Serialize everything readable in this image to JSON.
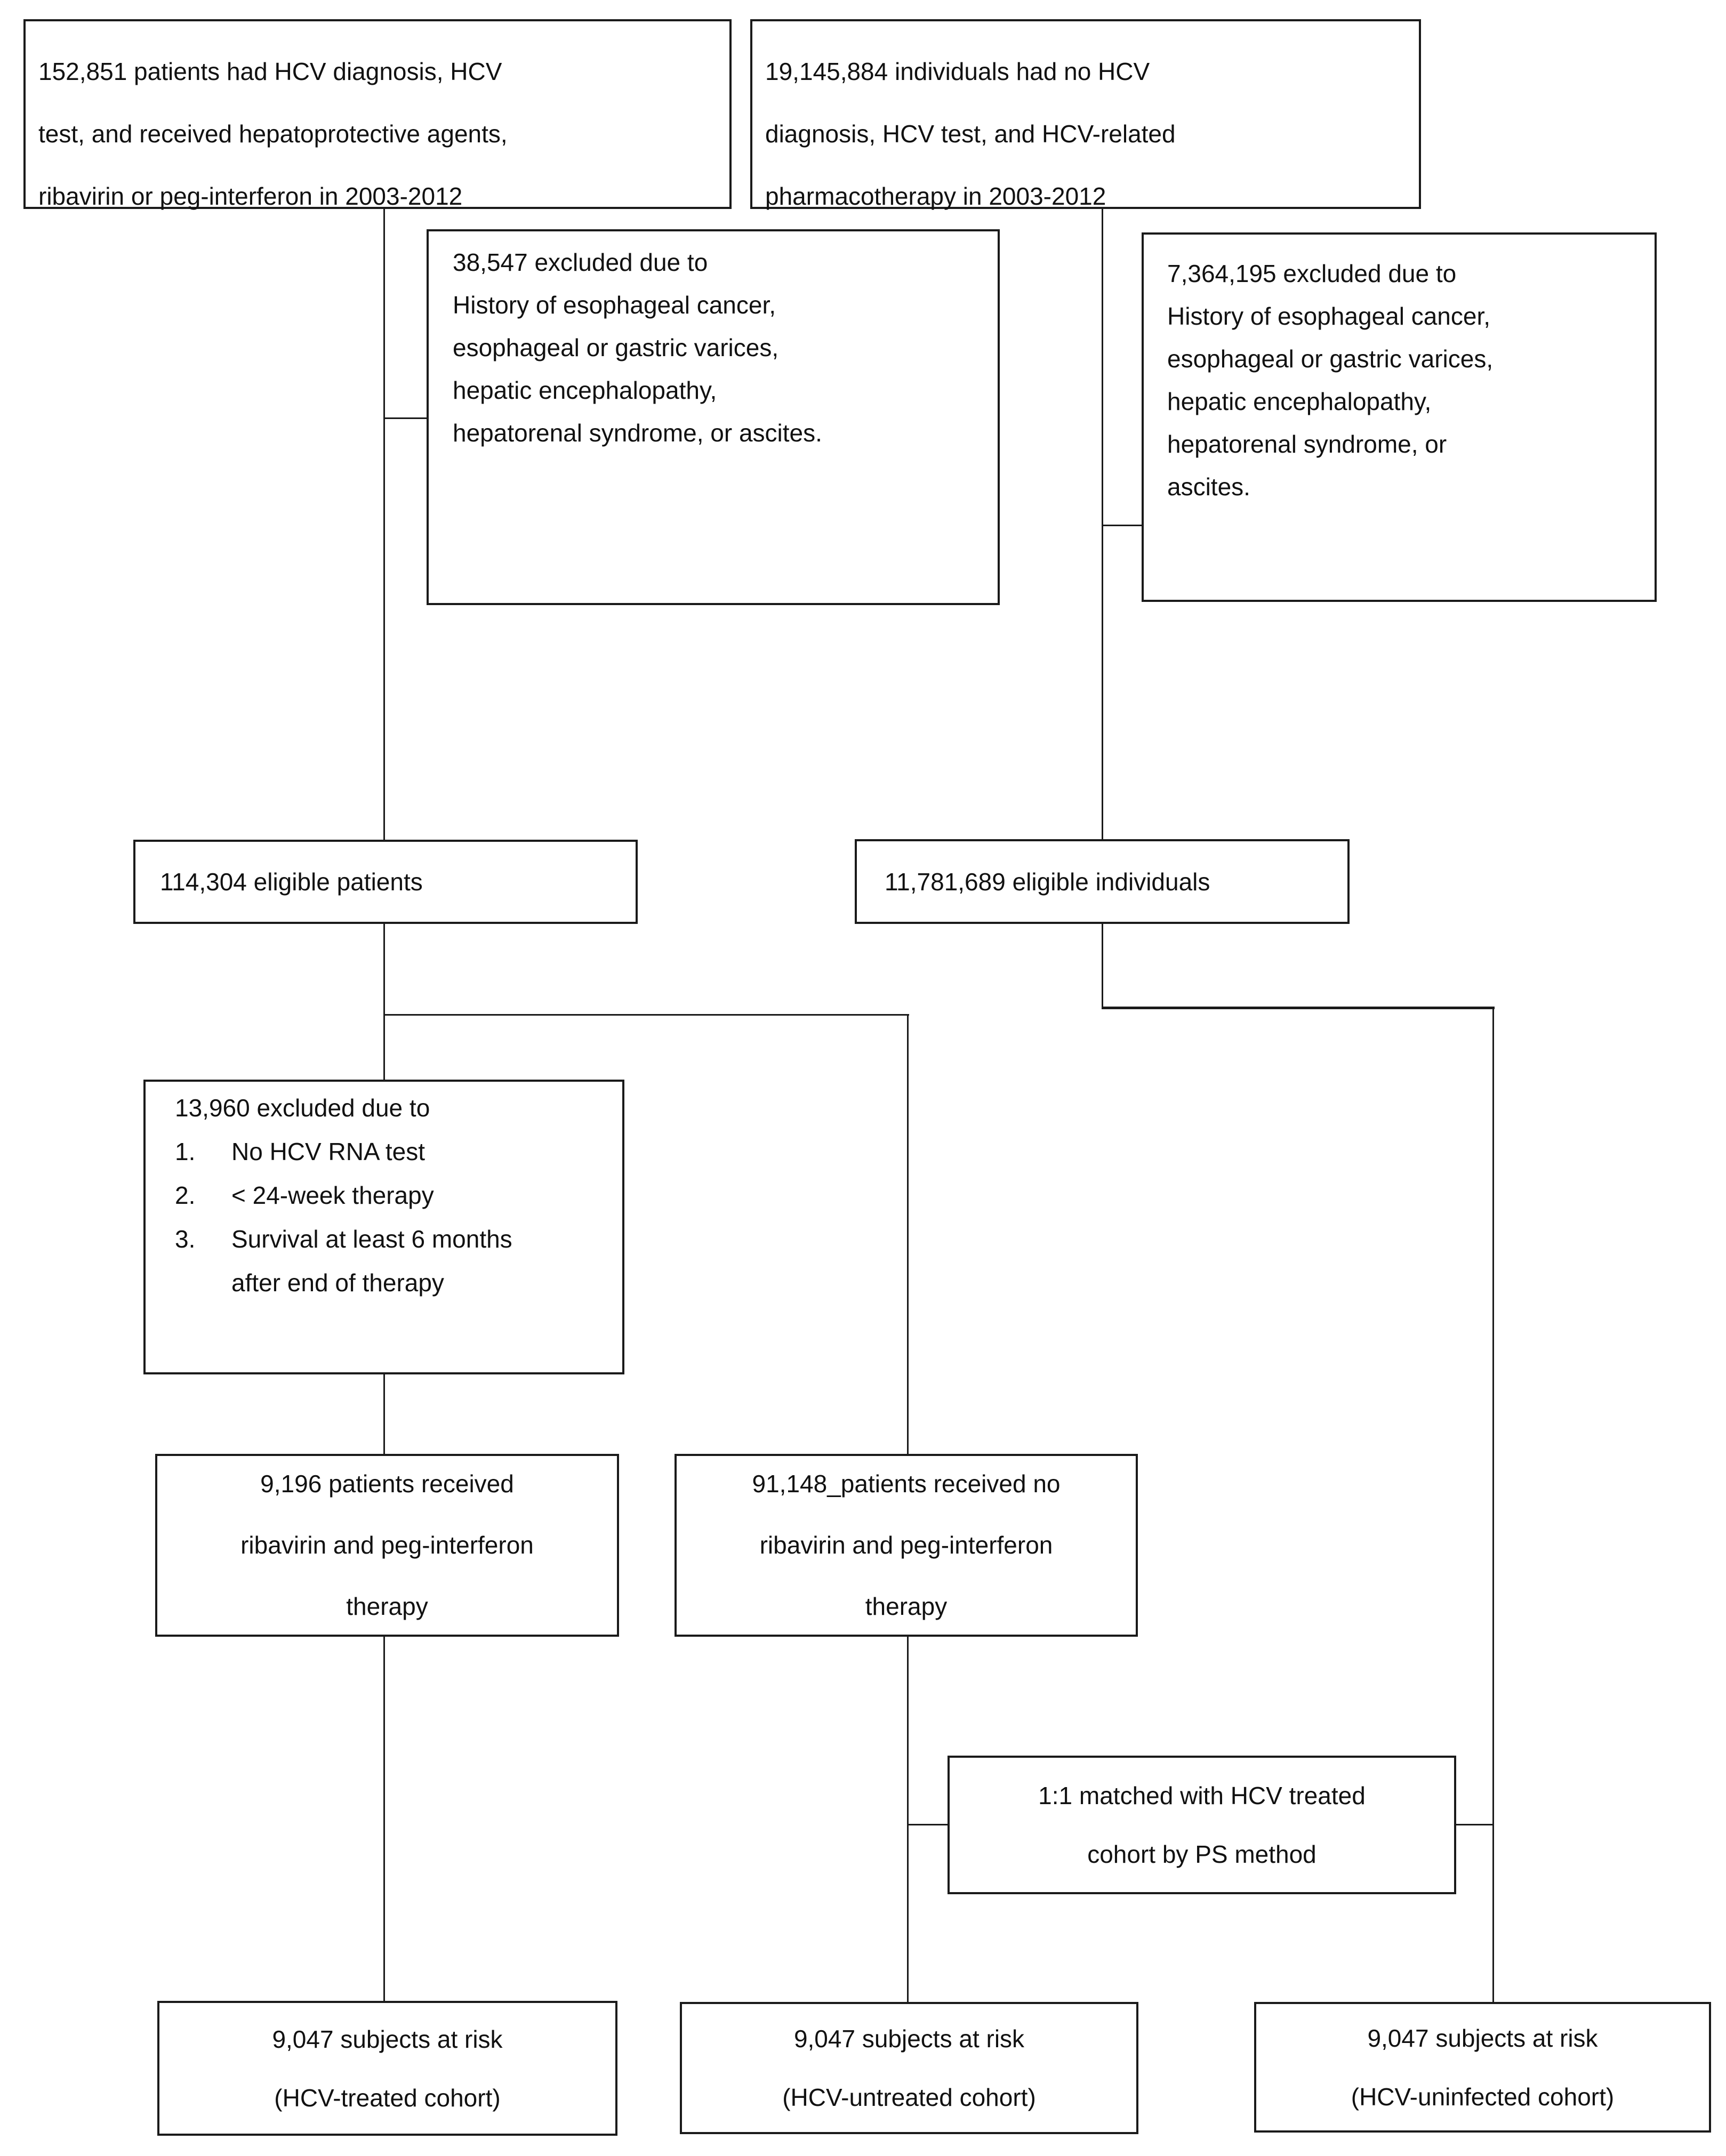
{
  "boxes": {
    "treated_source": {
      "lines": [
        "152,851 patients had HCV diagnosis, HCV",
        "test, and received hepatoprotective agents,",
        "ribavirin or peg-interferon in 2003-2012"
      ]
    },
    "uninfected_source": {
      "lines": [
        "19,145,884 individuals had no HCV",
        "diagnosis, HCV test, and HCV-related",
        "pharmacotherapy in 2003-2012"
      ]
    },
    "treated_exclusion": {
      "lines": [
        "38,547 excluded due to",
        "History of esophageal cancer,",
        "esophageal or gastric varices,",
        "hepatic encephalopathy,",
        "hepatorenal syndrome, or ascites."
      ]
    },
    "uninfected_exclusion": {
      "lines": [
        "7,364,195 excluded due to",
        "History of esophageal cancer,",
        "esophageal or gastric varices,",
        "hepatic encephalopathy,",
        "hepatorenal syndrome, or",
        "ascites."
      ]
    },
    "eligible_patients": {
      "text": "114,304 eligible patients"
    },
    "eligible_individuals": {
      "text": "11,781,689 eligible individuals"
    },
    "rna_exclusion": {
      "heading": "13,960 excluded due to",
      "items": [
        {
          "num": "1.",
          "text": "No HCV RNA test",
          "text2": ""
        },
        {
          "num": "2.",
          "text": "< 24-week therapy",
          "text2": ""
        },
        {
          "num": "3.",
          "text": "Survival at least 6 months",
          "text2": "after end of therapy"
        }
      ]
    },
    "treated_therapy": {
      "lines": [
        "9,196 patients received",
        "ribavirin and peg-interferon",
        "therapy"
      ]
    },
    "untreated_therapy": {
      "lines": [
        "91,148_patients received no",
        "ribavirin and peg-interferon",
        "therapy"
      ]
    },
    "ps_matching": {
      "lines": [
        "1:1 matched with HCV treated",
        "cohort by PS method"
      ]
    },
    "risk_treated": {
      "lines": [
        "9,047 subjects at risk",
        "(HCV-treated cohort)"
      ]
    },
    "risk_untreated": {
      "lines": [
        "9,047 subjects at risk",
        "(HCV-untreated cohort)"
      ]
    },
    "risk_uninfected": {
      "lines": [
        "9,047 subjects at risk",
        "(HCV-uninfected cohort)"
      ]
    }
  },
  "colors": {
    "background": "#ffffff",
    "border": "#1a1a1a",
    "connector": "#1a1a1a",
    "text": "#111111"
  }
}
